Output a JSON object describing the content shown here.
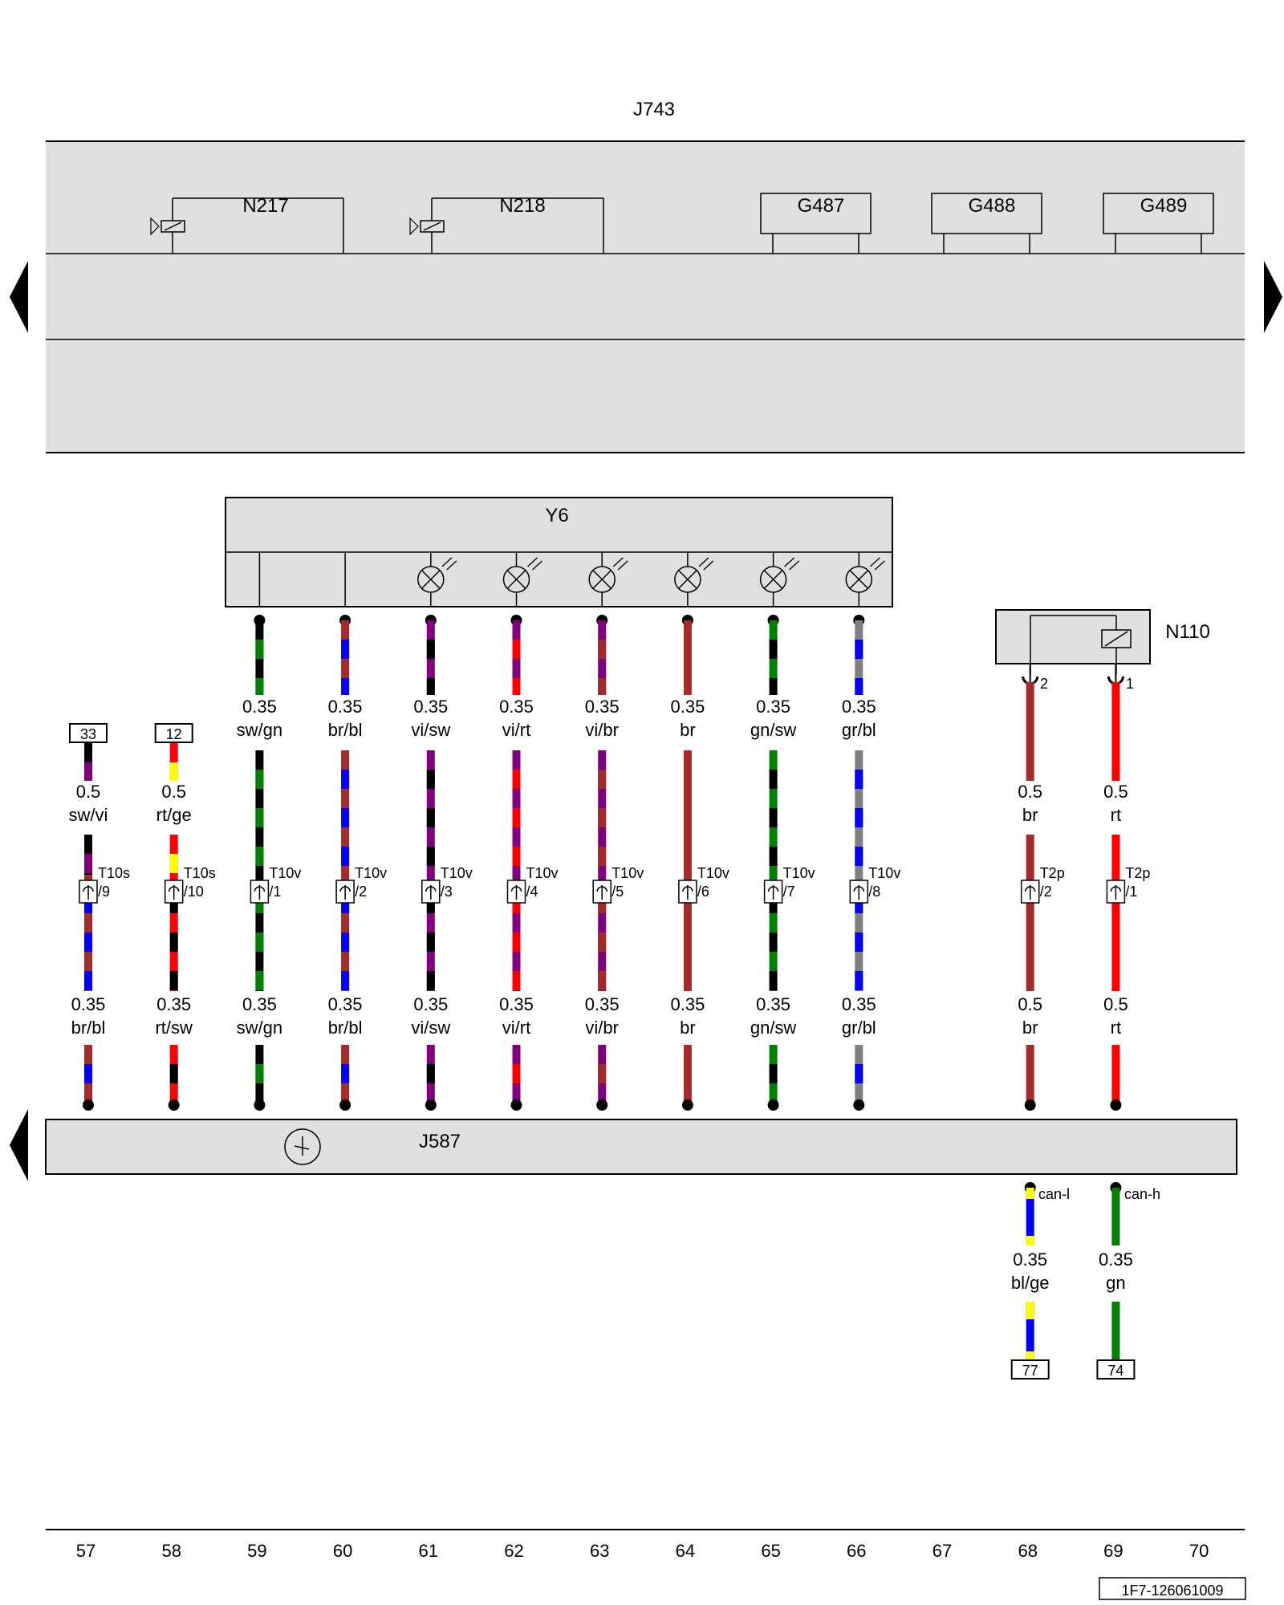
{
  "page": {
    "title": "J743",
    "footer_code": "1F7-126061009"
  },
  "colors": {
    "sw": "#000000",
    "vi": "#800080",
    "rt": "#ff0000",
    "ge": "#ffff00",
    "br": "#a52a2a",
    "bl": "#0000ff",
    "gn": "#008000",
    "gr": "#808080",
    "panel": "#e0e0e0"
  },
  "components": {
    "top_valves": [
      "N217",
      "N218"
    ],
    "top_sensors": [
      "G487",
      "G488",
      "G489"
    ],
    "y6": "Y6",
    "j587": "J587",
    "n110": "N110",
    "n110_pins": [
      "2",
      "1"
    ],
    "can_low": "can-l",
    "can_high": "can-h"
  },
  "wires": [
    {
      "col": 57,
      "ref_box": "33",
      "mid": {
        "size": "0.5",
        "color": "sw/vi"
      },
      "connector": "T10s",
      "pin": "/9",
      "low": {
        "size": "0.35",
        "color": "br/bl"
      }
    },
    {
      "col": 58,
      "ref_box": "12",
      "mid": {
        "size": "0.5",
        "color": "rt/ge"
      },
      "connector": "T10s",
      "pin": "/10",
      "low": {
        "size": "0.35",
        "color": "rt/sw"
      }
    },
    {
      "col": 59,
      "top": {
        "size": "0.35",
        "color": "sw/gn"
      },
      "mid": {
        "size": "",
        "color": "sw/gn"
      },
      "connector": "T10v",
      "pin": "/1",
      "low": {
        "size": "0.35",
        "color": "sw/gn"
      }
    },
    {
      "col": 60,
      "top": {
        "size": "0.35",
        "color": "br/bl"
      },
      "mid": {
        "size": "",
        "color": "br/bl"
      },
      "connector": "T10v",
      "pin": "/2",
      "low": {
        "size": "0.35",
        "color": "br/bl"
      }
    },
    {
      "col": 61,
      "top": {
        "size": "0.35",
        "color": "vi/sw"
      },
      "mid": {
        "size": "",
        "color": "vi/sw"
      },
      "connector": "T10v",
      "pin": "/3",
      "low": {
        "size": "0.35",
        "color": "vi/sw"
      }
    },
    {
      "col": 62,
      "top": {
        "size": "0.35",
        "color": "vi/rt"
      },
      "mid": {
        "size": "",
        "color": "vi/rt"
      },
      "connector": "T10v",
      "pin": "/4",
      "low": {
        "size": "0.35",
        "color": "vi/rt"
      }
    },
    {
      "col": 63,
      "top": {
        "size": "0.35",
        "color": "vi/br"
      },
      "mid": {
        "size": "",
        "color": "vi/br"
      },
      "connector": "T10v",
      "pin": "/5",
      "low": {
        "size": "0.35",
        "color": "vi/br"
      }
    },
    {
      "col": 64,
      "top": {
        "size": "0.35",
        "color": "br"
      },
      "mid": {
        "size": "",
        "color": "br"
      },
      "connector": "T10v",
      "pin": "/6",
      "low": {
        "size": "0.35",
        "color": "br"
      }
    },
    {
      "col": 65,
      "top": {
        "size": "0.35",
        "color": "gn/sw"
      },
      "mid": {
        "size": "",
        "color": "gn/sw"
      },
      "connector": "T10v",
      "pin": "/7",
      "low": {
        "size": "0.35",
        "color": "gn/sw"
      }
    },
    {
      "col": 66,
      "top": {
        "size": "0.35",
        "color": "gr/bl"
      },
      "mid": {
        "size": "",
        "color": "gr/bl"
      },
      "connector": "T10v",
      "pin": "/8",
      "low": {
        "size": "0.35",
        "color": "gr/bl"
      }
    },
    {
      "col": 68,
      "mid": {
        "size": "0.5",
        "color": "br"
      },
      "connector": "T2p",
      "pin": "/2",
      "low": {
        "size": "0.5",
        "color": "br"
      }
    },
    {
      "col": 69,
      "mid": {
        "size": "0.5",
        "color": "rt"
      },
      "connector": "T2p",
      "pin": "/1",
      "low": {
        "size": "0.5",
        "color": "rt"
      }
    }
  ],
  "can_wires": [
    {
      "col": 68,
      "size": "0.35",
      "color": "bl/ge",
      "ref_box": "77"
    },
    {
      "col": 69,
      "size": "0.35",
      "color": "gn",
      "ref_box": "74"
    }
  ],
  "columns": [
    "57",
    "58",
    "59",
    "60",
    "61",
    "62",
    "63",
    "64",
    "65",
    "66",
    "67",
    "68",
    "69",
    "70"
  ]
}
